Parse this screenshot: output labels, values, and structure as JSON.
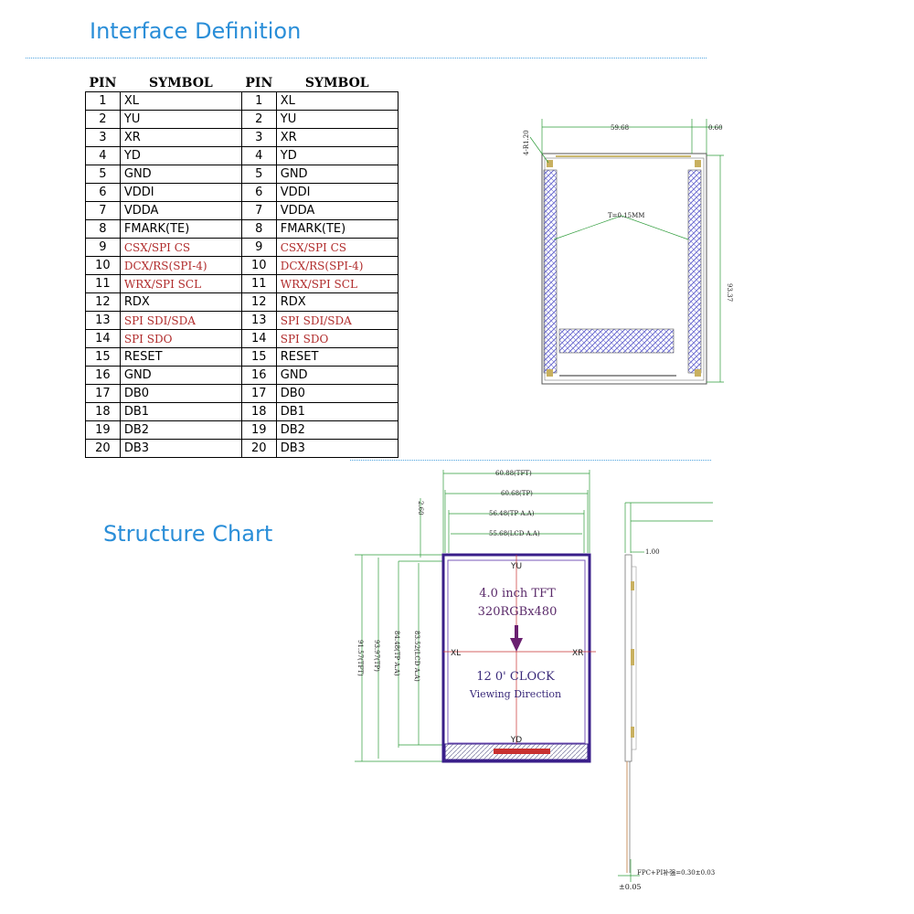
{
  "headings": {
    "interface": "Interface Definition",
    "structure": "Structure Chart"
  },
  "table": {
    "col_pin": "PIN",
    "col_symbol": "SYMBOL",
    "rows": [
      {
        "pin": "1",
        "symbol": "XL",
        "red": false
      },
      {
        "pin": "2",
        "symbol": "YU",
        "red": false
      },
      {
        "pin": "3",
        "symbol": "XR",
        "red": false
      },
      {
        "pin": "4",
        "symbol": "YD",
        "red": false
      },
      {
        "pin": "5",
        "symbol": "GND",
        "red": false
      },
      {
        "pin": "6",
        "symbol": "VDDI",
        "red": false
      },
      {
        "pin": "7",
        "symbol": "VDDA",
        "red": false
      },
      {
        "pin": "8",
        "symbol": "FMARK(TE)",
        "red": false
      },
      {
        "pin": "9",
        "symbol": "CSX/SPI CS",
        "red": true
      },
      {
        "pin": "10",
        "symbol": "DCX/RS(SPI-4)",
        "red": true
      },
      {
        "pin": "11",
        "symbol": "WRX/SPI SCL",
        "red": true
      },
      {
        "pin": "12",
        "symbol": "RDX",
        "red": false
      },
      {
        "pin": "13",
        "symbol": "SPI SDI/SDA",
        "red": true
      },
      {
        "pin": "14",
        "symbol": "SPI SDO",
        "red": true
      },
      {
        "pin": "15",
        "symbol": "RESET",
        "red": false
      },
      {
        "pin": "16",
        "symbol": "GND",
        "red": false
      },
      {
        "pin": "17",
        "symbol": "DB0",
        "red": false
      },
      {
        "pin": "18",
        "symbol": "DB1",
        "red": false
      },
      {
        "pin": "19",
        "symbol": "DB2",
        "red": false
      },
      {
        "pin": "20",
        "symbol": "DB3",
        "red": false
      }
    ]
  },
  "top_drawing": {
    "dim_width": "59.68",
    "dim_edge": "0.60",
    "dim_corner": "4-R1.20",
    "dim_height": "93.37",
    "dim_thickness": "T=0.15MM"
  },
  "front_view": {
    "dim_tft": "60.88(TFT)",
    "dim_tp": "60.68(TP)",
    "dim_tp_aa": "56.48(TP A.A)",
    "dim_lcd_aa": "55.68(LCD A.A)",
    "dim_top": "2.60",
    "dim_h_tft": "91.57(TFT)",
    "dim_h_tp": "93.97(TP)",
    "dim_h_tp_aa": "84.48(TP A.A)",
    "dim_h_lcd_aa": "83.52(LCD A.A)",
    "label_yu": "YU",
    "label_yd": "YD",
    "label_xl": "XL",
    "label_xr": "XR",
    "title_line1": "4.0 inch TFT",
    "title_line2": "320RGBx480",
    "clock": "12 0' CLOCK",
    "viewing": "Viewing Direction"
  },
  "side_view": {
    "dim_side": "1.00",
    "dim_fpc": "FPC+PI补强=0.30±0.03",
    "dim_tol": "±0.05"
  },
  "colors": {
    "heading": "#2a8ed8",
    "panel_border": "#3a1f8a",
    "dimension": "#2e9c3a",
    "red_text": "#b02a2a",
    "arrow": "#6a2070"
  }
}
